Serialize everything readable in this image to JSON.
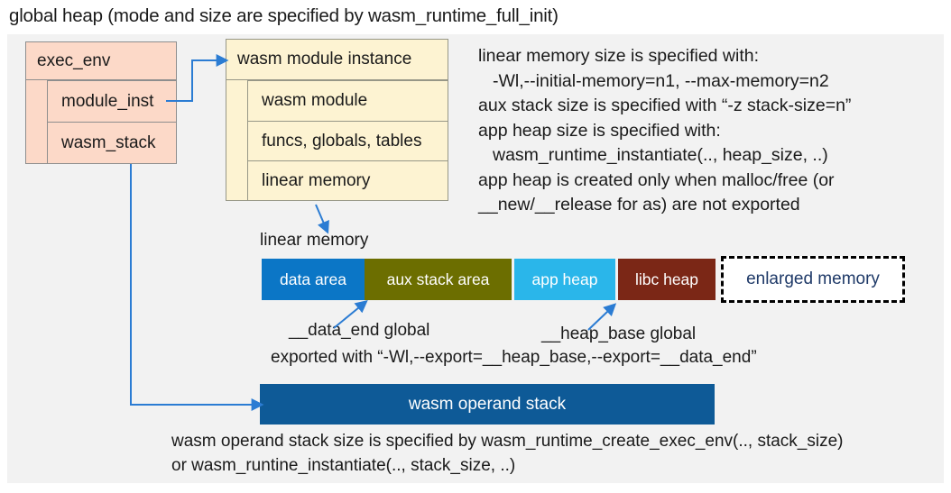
{
  "title": "global heap (mode and size are specified by wasm_runtime_full_init)",
  "exec_env": {
    "title": "exec_env",
    "fields": [
      "module_inst",
      "wasm_stack"
    ]
  },
  "module_instance": {
    "title": "wasm module instance",
    "fields": [
      "wasm module",
      "funcs, globals, tables",
      "linear memory"
    ]
  },
  "notes_right": {
    "lines": [
      "linear memory size is specified with:",
      "-Wl,--initial-memory=n1, --max-memory=n2",
      "aux stack size is specified with “-z stack-size=n”",
      "app heap size is specified with:",
      "wasm_runtime_instantiate(.., heap_size, ..)",
      "app heap is created only when malloc/free (or",
      "__new/__release for as) are not exported"
    ]
  },
  "linear_memory": {
    "label": "linear memory",
    "segments": [
      {
        "label": "data area",
        "color": "#0b76c6",
        "text_color": "#ffffff"
      },
      {
        "label": "aux stack area",
        "color": "#6c6e00",
        "text_color": "#ffffff"
      },
      {
        "label": "app heap",
        "color": "#2ab6ea",
        "text_color": "#ffffff"
      },
      {
        "label": "libc heap",
        "color": "#7b2716",
        "text_color": "#ffffff"
      },
      {
        "label": "enlarged memory",
        "color": "#ffffff",
        "text_color": "#1f3a68",
        "border": "dashed-black"
      }
    ],
    "data_end_label": "__data_end global",
    "heap_base_label": "__heap_base global",
    "export_note": "exported with “-Wl,--export=__heap_base,--export=__data_end”"
  },
  "operand_stack": {
    "label": "wasm operand stack"
  },
  "notes_bottom": {
    "lines": [
      "wasm operand stack size is specified by wasm_runtime_create_exec_env(.., stack_size)",
      "or wasm_runtine_instantiate(.., stack_size, ..)"
    ]
  },
  "colors": {
    "panel_background": "#f2f2f2",
    "struct_fill_pink": "#fcd9c8",
    "struct_fill_cream": "#fdf3d2",
    "arrow_blue": "#2b7cd3",
    "operand_stack_bar": "#0e5a97"
  }
}
